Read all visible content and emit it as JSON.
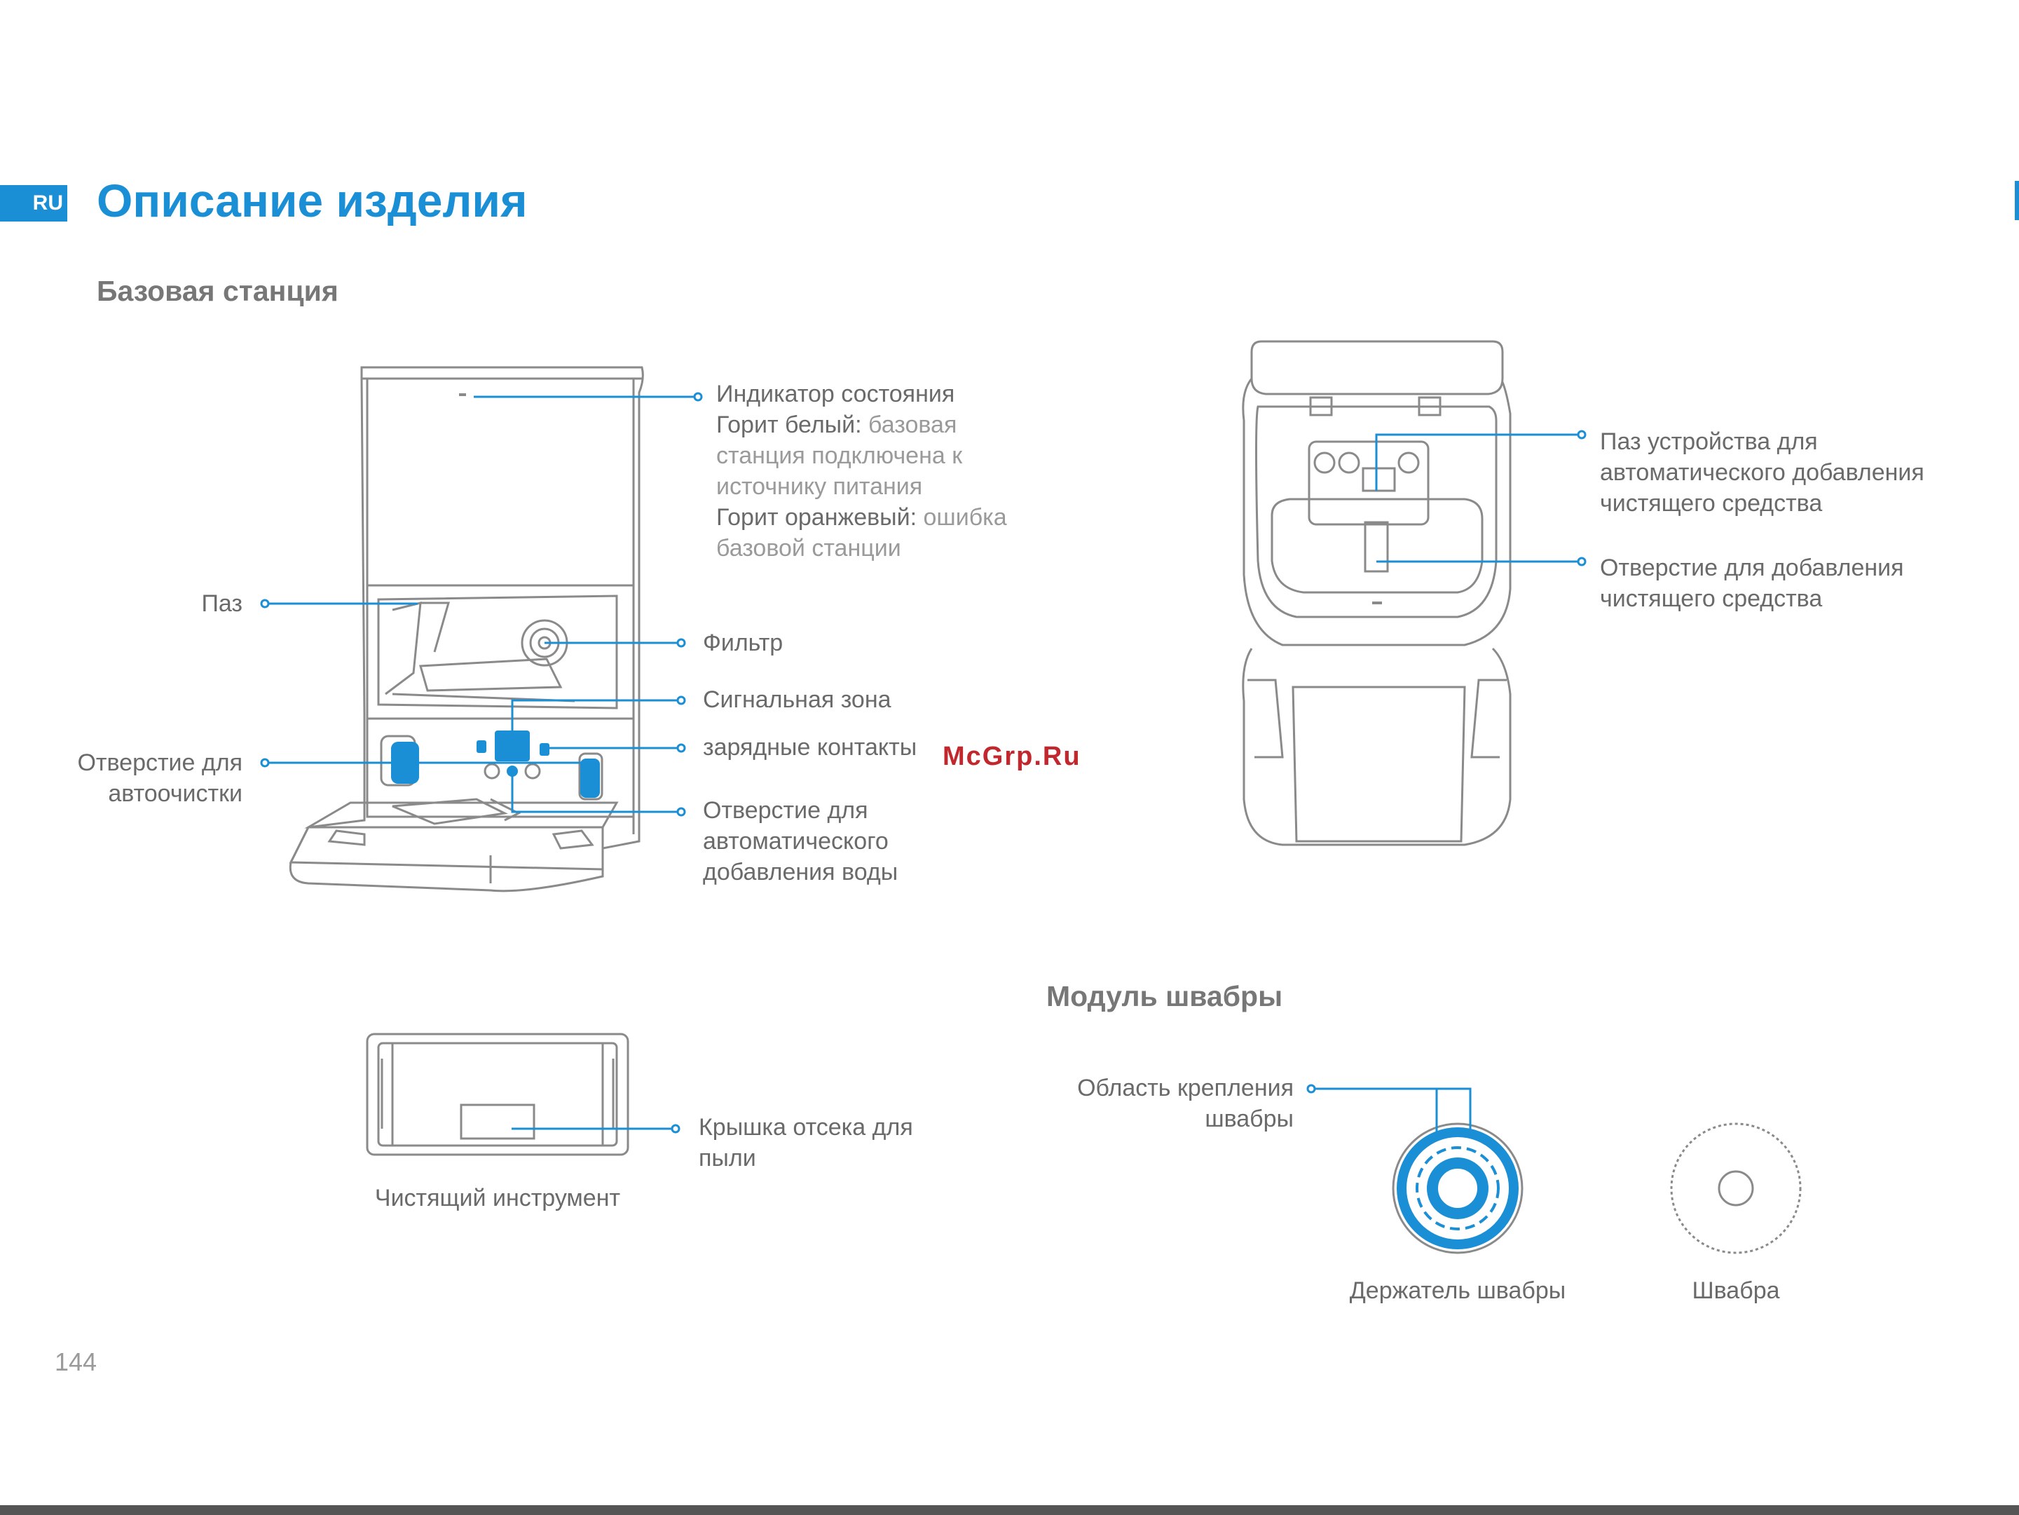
{
  "lang_tab": "RU",
  "title": "Описание изделия",
  "sections": {
    "base_station": "Базовая станция",
    "mop_module": "Модуль швабры"
  },
  "labels": {
    "status_indicator": {
      "heading": "Индикатор состояния",
      "white_label": "Горит белый:",
      "white_desc_1": "базовая",
      "white_desc_2": "станция подключена к",
      "white_desc_3": "источнику питания",
      "orange_label": "Горит оранжевый:",
      "orange_desc_1": "ошибка",
      "orange_desc_2": "базовой станции"
    },
    "slot": "Паз",
    "filter": "Фильтр",
    "signal_zone": "Сигнальная зона",
    "charging_contacts": "зарядные контакты",
    "auto_clean_hole": [
      "Отверстие для",
      "автоочистки"
    ],
    "auto_water_hole": [
      "Отверстие для",
      "автоматического",
      "добавления воды"
    ],
    "detergent_slot": [
      "Паз устройства для",
      "автоматического добавления",
      "чистящего средства"
    ],
    "detergent_hole": [
      "Отверстие для добавления",
      "чистящего средства"
    ],
    "dust_cover": [
      "Крышка отсека для",
      "пыли"
    ],
    "mop_mount_area": [
      "Область крепления",
      "швабры"
    ]
  },
  "captions": {
    "cleaning_tool": "Чистящий инструмент",
    "mop_holder": "Держатель швабры",
    "mop": "Швабра"
  },
  "page_number": "144",
  "watermark": "McGrp.Ru",
  "colors": {
    "accent": "#1a8fd6",
    "text": "#6a6a6a",
    "light_text": "#9a9a9a",
    "line_art": "#8a8a8a",
    "watermark": "#c1272d"
  }
}
